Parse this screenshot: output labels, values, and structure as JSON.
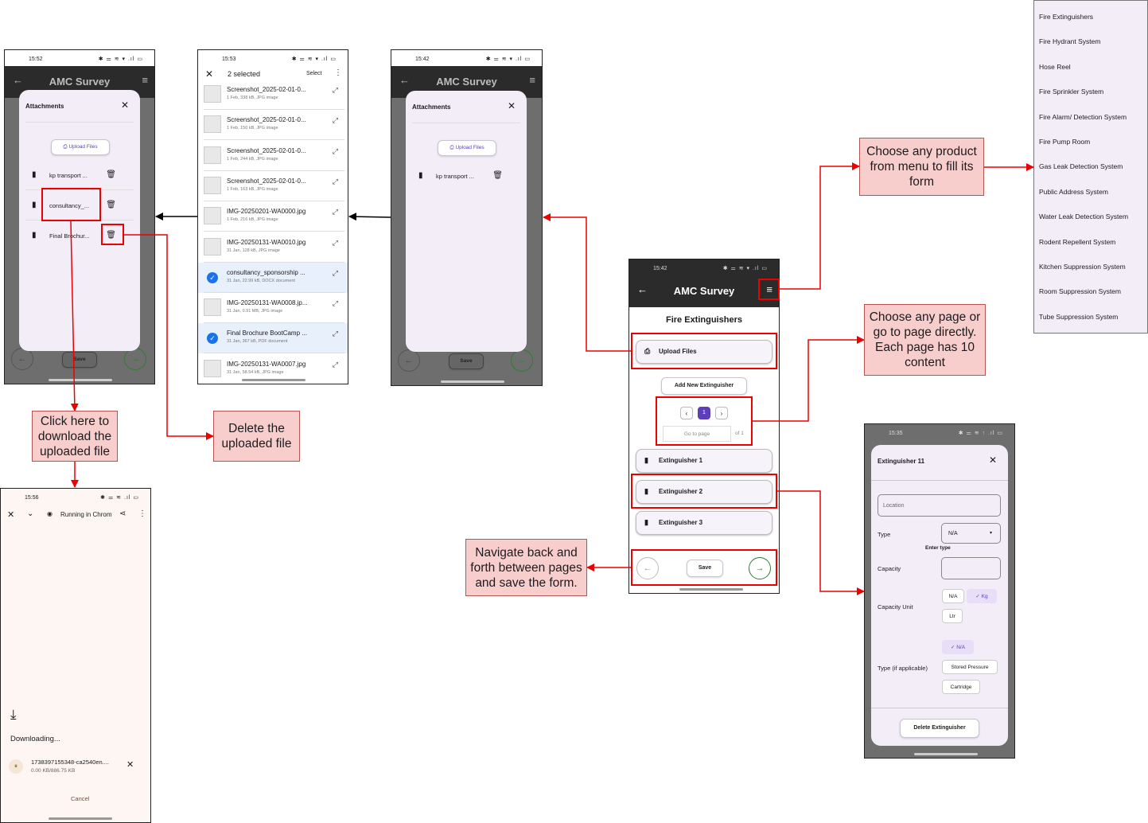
{
  "phone_attachments_3": {
    "time": "15:52",
    "status_icons": "✱ ⚌ ≋ ▾ .ıl ▭",
    "app_title": "AMC Survey",
    "sheet_title": "Attachments",
    "upload_label": "Upload Files",
    "files": [
      "kp transport ...",
      "consultancy_...",
      "Final Brochur..."
    ],
    "save_label": "Save"
  },
  "phone_picker": {
    "time": "15:53",
    "status_icons": "✱ ⚌ ≋ ▾ .ıl ▭",
    "selected_label": "2 selected",
    "select_label": "Select",
    "files": [
      {
        "name": "Screenshot_2025-02-01-0...",
        "meta": "1 Feb, 338 kB, JPG image",
        "selected": false
      },
      {
        "name": "Screenshot_2025-02-01-0...",
        "meta": "1 Feb, 150 kB, JPG image",
        "selected": false
      },
      {
        "name": "Screenshot_2025-02-01-0...",
        "meta": "1 Feb, 244 kB, JPG image",
        "selected": false
      },
      {
        "name": "Screenshot_2025-02-01-0...",
        "meta": "1 Feb, 163 kB, JPG image",
        "selected": false
      },
      {
        "name": "IMG-20250201-WA0000.jpg",
        "meta": "1 Feb, 216 kB, JPG image",
        "selected": false
      },
      {
        "name": "IMG-20250131-WA0010.jpg",
        "meta": "31 Jan, 128 kB, JPG image",
        "selected": false
      },
      {
        "name": "consultancy_sponsorship ...",
        "meta": "31 Jan, 22.99 kB, DOCX document",
        "selected": true
      },
      {
        "name": "IMG-20250131-WA0008.jp...",
        "meta": "31 Jan, 0.91 MB, JPG image",
        "selected": false
      },
      {
        "name": "Final Brochure BootCamp ...",
        "meta": "31 Jan, 367 kB, PDF document",
        "selected": true
      },
      {
        "name": "IMG-20250131-WA0007.jpg",
        "meta": "31 Jan, 58.54 kB, JPG image",
        "selected": false
      }
    ]
  },
  "phone_attachments_1": {
    "time": "15:42",
    "status_icons": "✱ ⚌ ≋ ▾ .ıl ▭",
    "app_title": "AMC Survey",
    "sheet_title": "Attachments",
    "upload_label": "Upload Files",
    "files": [
      "kp transport ..."
    ],
    "save_label": "Save"
  },
  "phone_main": {
    "time": "15:42",
    "status_icons": "✱ ⚌ ≋ ▾ .ıl ▭",
    "app_title": "AMC Survey",
    "section_title": "Fire Extinguishers",
    "upload_label": "Upload Files",
    "add_label": "Add New Extinguisher",
    "page_current": "1",
    "goto_placeholder": "Go to page",
    "of_label": "of 1",
    "items": [
      "Extinguisher 1",
      "Extinguisher 2",
      "Extinguisher 3"
    ],
    "save_label": "Save"
  },
  "phone_download": {
    "time": "15:56",
    "status_icons": "✱ ⚌ ≋ .ıl ▭",
    "running_label": "Running in Chrom",
    "downloading_label": "Downloading...",
    "file_name": "1738397155348-ca2540en....",
    "file_progress": "0.00 KB/886.75 KB",
    "cancel_label": "Cancel"
  },
  "phone_form": {
    "time": "15:35",
    "status_icons": "✱ ⚌ ≋ ↑ .ıl ▭",
    "title": "Extinguisher 11",
    "location_placeholder": "Location",
    "type_label": "Type",
    "type_value": "N/A",
    "type_helper": "Enter type",
    "capacity_label": "Capacity",
    "capacity_unit_label": "Capacity Unit",
    "unit_options": [
      "N/A",
      "Kg",
      "Ltr"
    ],
    "type_applicable_label": "Type (if applicable)",
    "type_options": [
      "N/A",
      "Stored Pressure",
      "Cartridge"
    ],
    "delete_label": "Delete Extinguisher"
  },
  "product_menu": [
    "Fire Extinguishers",
    "Fire Hydrant System",
    "Hose Reel",
    "Fire Sprinkler System",
    "Fire Alarm/ Detection System",
    "Fire Pump Room",
    "Gas Leak Detection System",
    "Public Address System",
    "Water Leak Detection System",
    "Rodent Repellent System",
    "Kitchen Suppression System",
    "Room Suppression System",
    "Tube Suppression System"
  ],
  "callouts": {
    "menu": "Choose any product from menu to fill its form",
    "pages": "Choose any page or go to page directly. Each page has 10 content",
    "navigate": "Navigate back and forth between pages and save the form.",
    "download": "Click here to download the uploaded file",
    "delete": "Delete the uploaded file"
  }
}
